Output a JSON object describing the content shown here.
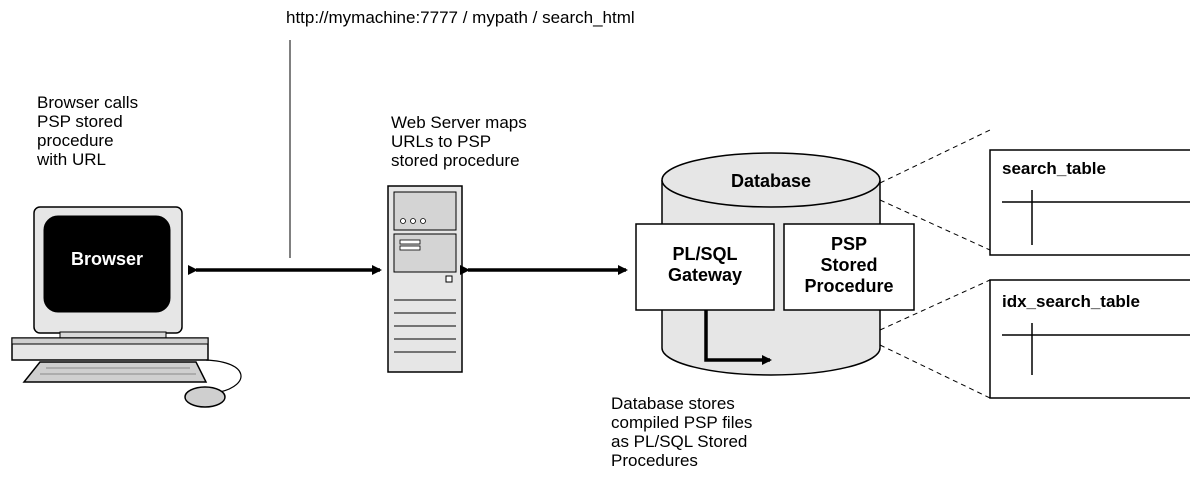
{
  "url_text": "http://mymachine:7777 / mypath / search_html",
  "browser_caption": "Browser calls\nPSP stored\nprocedure\nwith URL",
  "browser_screen_label": "Browser",
  "webserver_caption": "Web Server maps\nURLs to PSP\nstored procedure",
  "database_label": "Database",
  "gateway_label": "PL/SQL\nGateway",
  "psp_label": "PSP\nStored\nProcedure",
  "db_caption": "Database stores\ncompiled PSP files\nas PL/SQL Stored\nProcedures",
  "tables": [
    {
      "name": "search_table"
    },
    {
      "name": "idx_search_table"
    }
  ]
}
